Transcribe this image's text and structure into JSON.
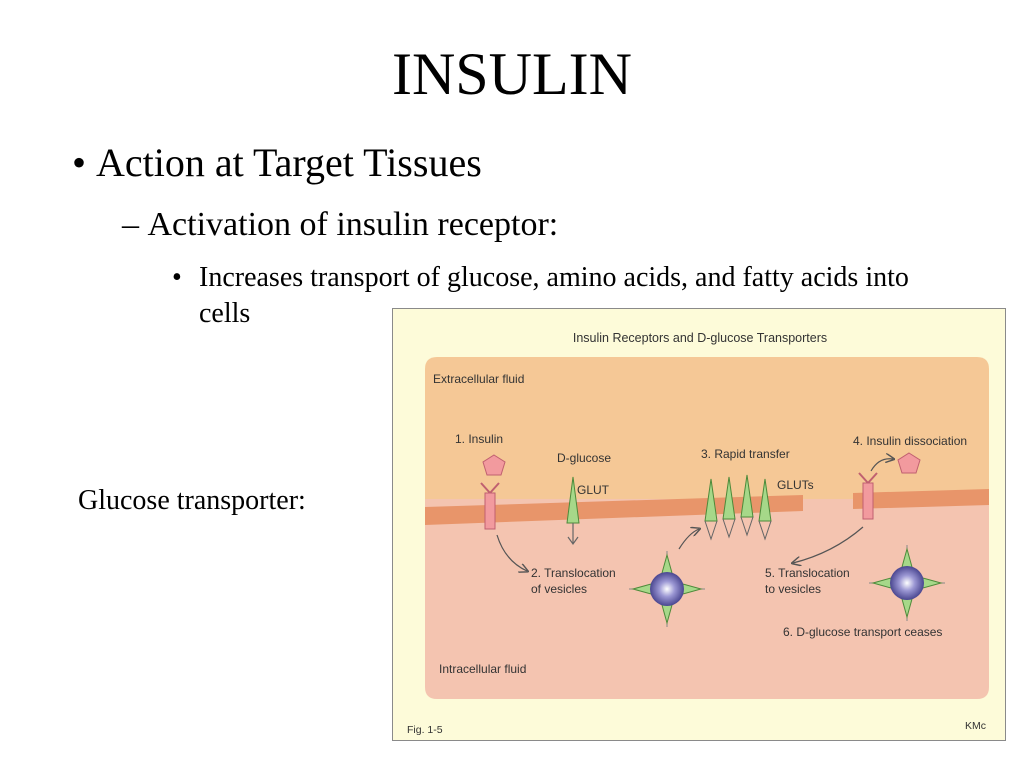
{
  "slide": {
    "title": "INSULIN",
    "bullet1": "Action at Target Tissues",
    "bullet2": "Activation of insulin receptor:",
    "bullet3": "Increases transport of glucose, amino acids, and fatty acids into cells",
    "side_label": "Glucose transporter:",
    "markers": {
      "l1": "•",
      "l2": "–",
      "l3": "•"
    }
  },
  "figure": {
    "title": "Insulin Receptors and D-glucose Transporters",
    "extracellular": "Extracellular fluid",
    "intracellular": "Intracellular fluid",
    "step1": "1.  Insulin",
    "dglucose": "D-glucose",
    "glut": "GLUT",
    "step3": "3. Rapid transfer",
    "gluts": "GLUTs",
    "step4": "4. Insulin dissociation",
    "step2_line1": "2. Translocation",
    "step2_line2": "of vesicles",
    "step5_line1": "5. Translocation",
    "step5_line2": "to vesicles",
    "step6": "6. D-glucose transport ceases",
    "fig_label": "Fig. 1-5",
    "credit": "KMc",
    "colors": {
      "background": "#fdfbd9",
      "extracellular": "#f5c896",
      "intracellular": "#f4c4b0",
      "membrane": "#e8956a",
      "receptor": "#f29a9e",
      "glut": "#a6d889",
      "vesicle": "#6b68b0"
    }
  }
}
